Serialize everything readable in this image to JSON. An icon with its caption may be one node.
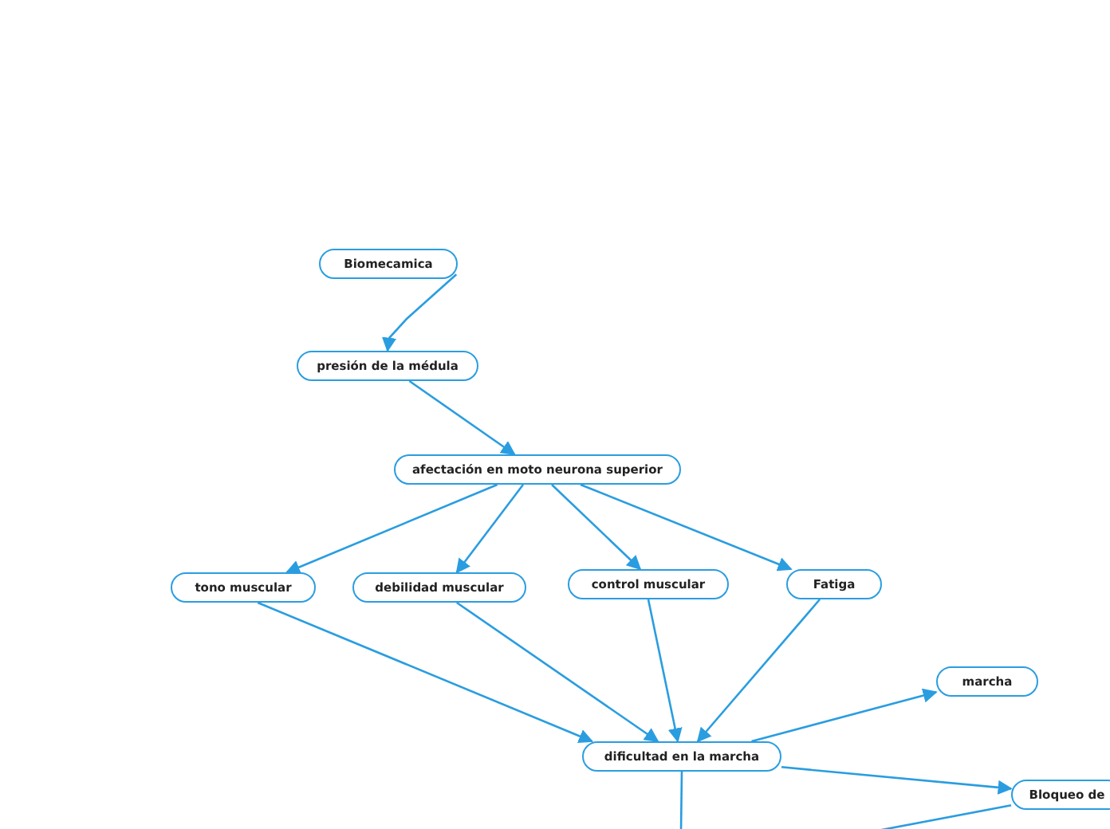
{
  "diagram": {
    "nodes": [
      {
        "text": [
          "Biomecamica"
        ]
      },
      {
        "text": [
          "presión de la médula"
        ]
      },
      {
        "text": [
          "afectación en moto neurona superior"
        ]
      },
      {
        "text": [
          "tono muscular"
        ]
      },
      {
        "text": [
          "debilidad muscular"
        ]
      },
      {
        "text": [
          "control muscular"
        ]
      },
      {
        "text": [
          "Fatiga"
        ]
      },
      {
        "text": [
          "dificultad en la marcha"
        ]
      },
      {
        "text": [
          "marcha"
        ]
      },
      {
        "text": [
          "Bloqueo de"
        ]
      }
    ],
    "edges": [
      {
        "from": 0,
        "to": 1,
        "arrow": "to"
      },
      {
        "from": 1,
        "to": 2,
        "arrow": "to"
      },
      {
        "from": 2,
        "to": 3,
        "arrow": "to"
      },
      {
        "from": 2,
        "to": 4,
        "arrow": "to"
      },
      {
        "from": 2,
        "to": 5,
        "arrow": "to"
      },
      {
        "from": 2,
        "to": 6,
        "arrow": "to"
      },
      {
        "from": 3,
        "to": 7,
        "arrow": "to"
      },
      {
        "from": 4,
        "to": 7,
        "arrow": "to"
      },
      {
        "from": 5,
        "to": 7,
        "arrow": "to"
      },
      {
        "from": 6,
        "to": 7,
        "arrow": "to"
      },
      {
        "from": 7,
        "to": 8,
        "arrow": "to"
      },
      {
        "from": 7,
        "to": 9,
        "arrow": "to"
      },
      {
        "from": 7,
        "to": null,
        "arrow": "none"
      },
      {
        "from": 9,
        "to": null,
        "arrow": "none"
      }
    ]
  }
}
